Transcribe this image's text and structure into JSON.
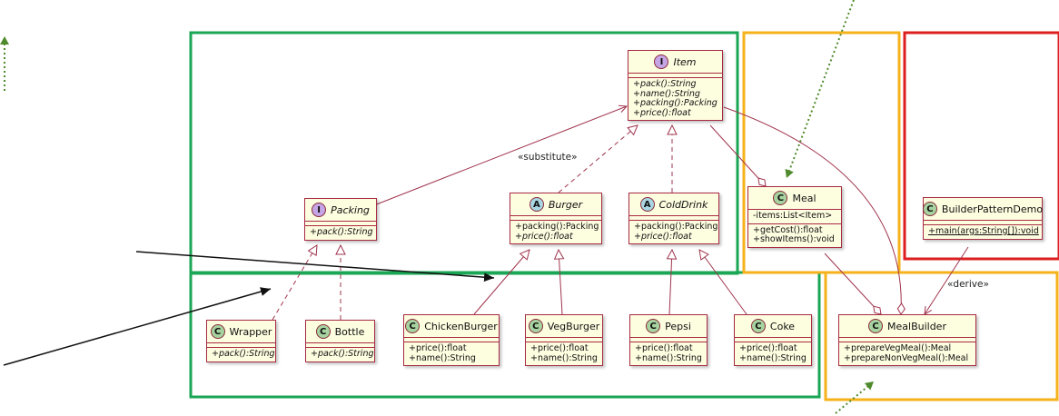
{
  "diagram": {
    "classes": {
      "item": {
        "stereotype": "I",
        "name": "Item",
        "methods": [
          "+pack():String",
          "+name():String",
          "+packing():Packing",
          "+price():float"
        ]
      },
      "packing": {
        "stereotype": "I",
        "name": "Packing",
        "methods": [
          "+pack():String"
        ]
      },
      "burger": {
        "stereotype": "A",
        "name": "Burger",
        "methods": [
          "+packing():Packing",
          "+price():float"
        ]
      },
      "colddrink": {
        "stereotype": "A",
        "name": "ColdDrink",
        "methods": [
          "+packing():Packing",
          "+price():float"
        ]
      },
      "meal": {
        "stereotype": "C",
        "name": "Meal",
        "fields": [
          "-items:List<Item>"
        ],
        "methods": [
          "+getCost():float",
          "+showItems():void"
        ]
      },
      "builderdemo": {
        "stereotype": "C",
        "name": "BuilderPatternDemo",
        "methods": [
          "+main(args:String[]):void"
        ]
      },
      "wrapper": {
        "stereotype": "C",
        "name": "Wrapper",
        "methods": [
          "+pack():String"
        ]
      },
      "bottle": {
        "stereotype": "C",
        "name": "Bottle",
        "methods": [
          "+pack():String"
        ]
      },
      "chickenburger": {
        "stereotype": "C",
        "name": "ChickenBurger",
        "methods": [
          "+price():float",
          "+name():String"
        ]
      },
      "vegburger": {
        "stereotype": "C",
        "name": "VegBurger",
        "methods": [
          "+price():float",
          "+name():String"
        ]
      },
      "pepsi": {
        "stereotype": "C",
        "name": "Pepsi",
        "methods": [
          "+price():float",
          "+name():String"
        ]
      },
      "coke": {
        "stereotype": "C",
        "name": "Coke",
        "methods": [
          "+price():float",
          "+name():String"
        ]
      },
      "mealbuilder": {
        "stereotype": "C",
        "name": "MealBuilder",
        "methods": [
          "+prepareVegMeal():Meal",
          "+prepareNonVegMeal():Meal"
        ]
      }
    },
    "labels": {
      "substitute": "«substitute»",
      "derive": "«derive»"
    },
    "colors": {
      "green_box": "#1aa654",
      "orange_box": "#f5b21b",
      "red_box": "#dd1f1f",
      "class_border": "#a82a44",
      "class_fill": "#fdfde0",
      "relation_line": "#a0344d",
      "annotation_arrow": "#4f8a2c",
      "pointer_arrow": "#111111"
    }
  }
}
